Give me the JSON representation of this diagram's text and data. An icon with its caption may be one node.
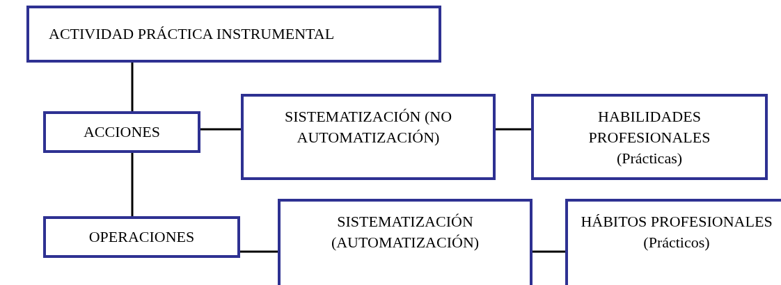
{
  "diagram": {
    "nodes": [
      {
        "text": [
          "ACTIVIDAD PRÁCTICA INSTRUMENTAL"
        ]
      },
      {
        "text": [
          "ACCIONES"
        ]
      },
      {
        "text": [
          "SISTEMATIZACIÓN (NO AUTOMATIZACIÓN)"
        ]
      },
      {
        "text": [
          "HABILIDADES PROFESIONALES",
          "(Prácticas)"
        ]
      },
      {
        "text": [
          "OPERACIONES"
        ]
      },
      {
        "text": [
          "SISTEMATIZACIÓN (AUTOMATIZACIÓN)"
        ]
      },
      {
        "text": [
          "HÁBITOS PROFESIONALES",
          "(Prácticos)"
        ]
      }
    ],
    "edges": [
      {
        "from": 0,
        "to": 1,
        "arrow": "none"
      },
      {
        "from": 1,
        "to": 2,
        "arrow": "none"
      },
      {
        "from": 2,
        "to": 3,
        "arrow": "none"
      },
      {
        "from": 1,
        "to": 4,
        "arrow": "none"
      },
      {
        "from": 4,
        "to": 5,
        "arrow": "none"
      },
      {
        "from": 5,
        "to": 6,
        "arrow": "none"
      }
    ]
  }
}
